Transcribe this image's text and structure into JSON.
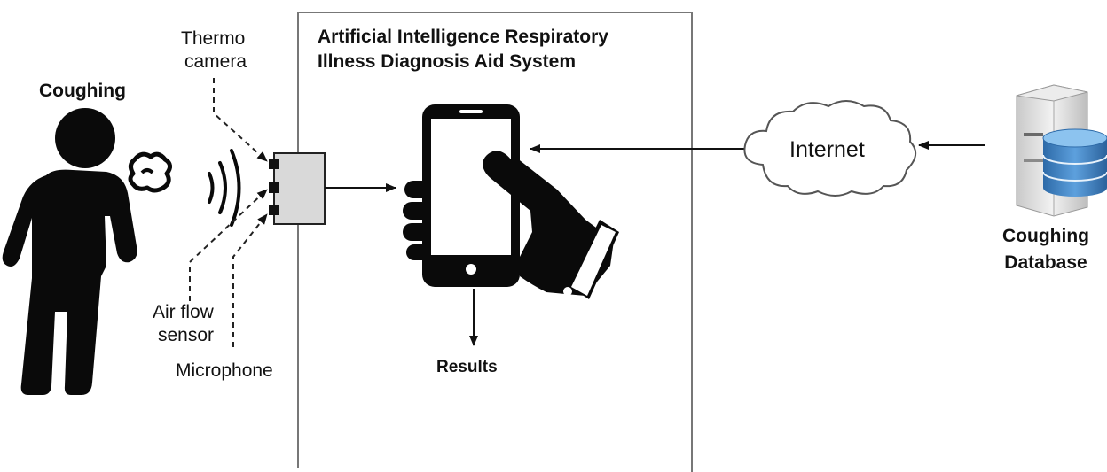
{
  "system": {
    "title_line1": "Artificial Intelligence Respiratory",
    "title_line2": "Illness Diagnosis Aid System"
  },
  "person": {
    "label": "Coughing"
  },
  "sensors": {
    "thermo_line1": "Thermo",
    "thermo_line2": "camera",
    "airflow_line1": "Air flow",
    "airflow_line2": "sensor",
    "microphone": "Microphone"
  },
  "output": {
    "label": "Results"
  },
  "network": {
    "label": "Internet"
  },
  "database": {
    "label_line1": "Coughing",
    "label_line2": "Database"
  },
  "colors": {
    "device": "#d9d9d9",
    "db_blue": "#3d7fbf",
    "cloud_stroke": "#555555"
  }
}
